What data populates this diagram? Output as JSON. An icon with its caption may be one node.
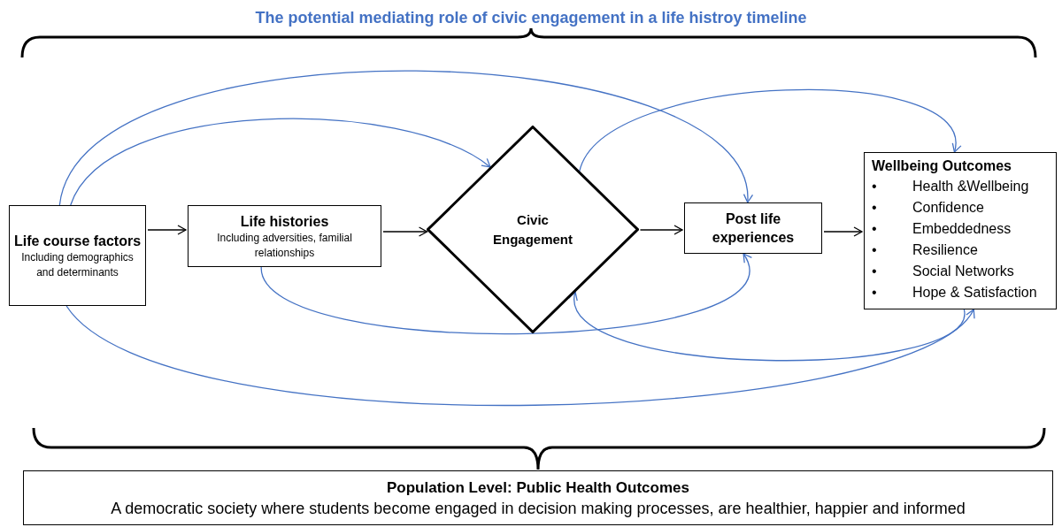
{
  "diagram": {
    "title": "The potential mediating role of civic engagement in a life histroy timeline",
    "nodes": [
      {
        "text": [
          "Life course factors",
          "Including demographics and determinants"
        ]
      },
      {
        "text": [
          "Life histories",
          "Including adversities, familial relationships"
        ]
      },
      {
        "text": [
          "Civic Engagement"
        ]
      },
      {
        "text": [
          "Post life experiences"
        ]
      },
      {
        "text": [
          "Wellbeing Outcomes",
          "Health &Wellbeing",
          "Confidence",
          "Embeddedness",
          "Resilience",
          "Social Networks",
          "Hope & Satisfaction"
        ]
      },
      {
        "text": [
          "Population Level: Public Health Outcomes",
          "A democratic society where students become engaged in decision making processes, are healthier, happier and informed"
        ]
      }
    ],
    "edges": [
      {
        "from": 0,
        "to": 1,
        "arrow": "to",
        "color": "#000000"
      },
      {
        "from": 1,
        "to": 2,
        "arrow": "to",
        "color": "#000000"
      },
      {
        "from": 2,
        "to": 3,
        "arrow": "to",
        "color": "#000000"
      },
      {
        "from": 3,
        "to": 4,
        "arrow": "to",
        "color": "#000000"
      },
      {
        "from": 0,
        "to": 3,
        "arrow": "to"
      },
      {
        "from": 0,
        "to": 2,
        "arrow": "to"
      },
      {
        "from": 2,
        "to": 4,
        "arrow": "to"
      },
      {
        "from": 1,
        "to": 3,
        "arrow": "to"
      },
      {
        "from": 4,
        "to": 2,
        "arrow": "to"
      },
      {
        "from": 0,
        "to": 4,
        "arrow": "to"
      }
    ],
    "labels": [
      "•",
      "•",
      "•",
      "•",
      "•",
      "•"
    ]
  }
}
